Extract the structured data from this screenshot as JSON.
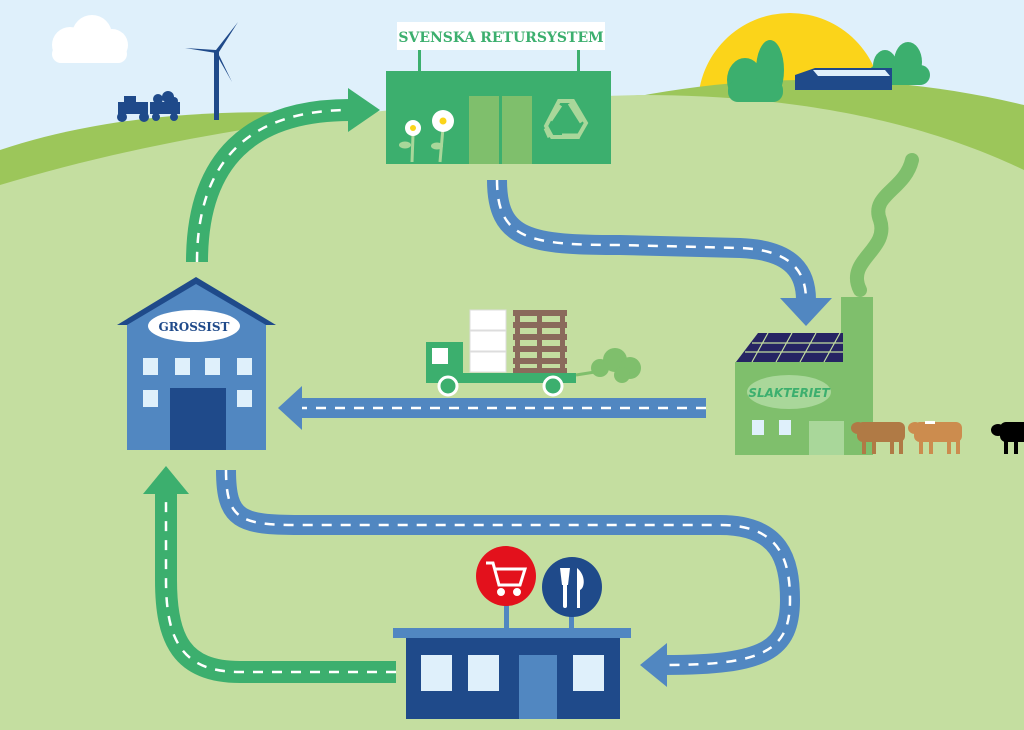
{
  "labels": {
    "retursystem": "SVENSKA RETURSYSTEM",
    "grossist": "GROSSIST",
    "slakteriet": "SLAKTERIET"
  },
  "colors": {
    "sky": "#dff0fb",
    "field": "#c4dea0",
    "hill_dark": "#9cc65a",
    "green_road": "#3caf6e",
    "blue_road": "#5187c1",
    "navy": "#1f4a8a",
    "sun": "#fbd41a"
  }
}
